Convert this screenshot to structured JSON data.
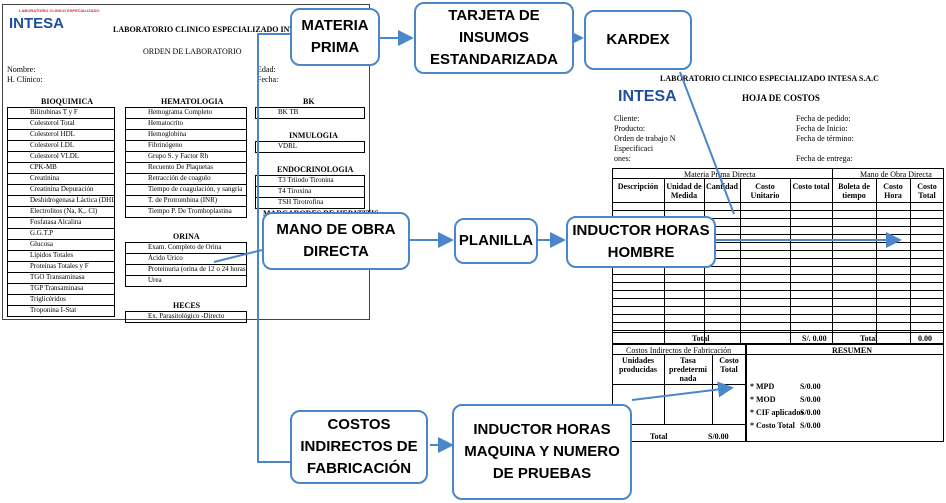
{
  "order": {
    "lab_name": "LABORATORIO CLINICO ESPECIALIZADO INTESA S.A.C",
    "title": "ORDEN DE LABORATORIO",
    "logo_text": "INTESA",
    "logo_small": "LABORATORIO CLINICO ESPECIALIZADO",
    "fields": {
      "nombre": "Nombre:",
      "clinico": "H. Clínico:",
      "edad": "Edad:",
      "fecha": "Fecha:"
    },
    "bioquimica": {
      "header": "BIOQUIMICA",
      "items": [
        "Bilirubinas T y F",
        "Colesterol Total",
        "Colesterol HDL",
        "Colesterol LDL",
        "Colesterol VLDL",
        "CPK-MB",
        "Creatinina",
        "Creatinina Depuración",
        "Deshidrogenasa Láctica (DHL)",
        "Electrolitos (Na, K,. Cl)",
        "Fosfatasa Alcalina",
        "G.G.T.P",
        "Glucosa",
        "Lípidos Totales",
        "Proteínas Totales y F",
        "TGO Transaminasa",
        "TGP Transaminasa",
        "Triglicéridos",
        "Troponina I-Stat"
      ]
    },
    "hematologia": {
      "header": "HEMATOLOGIA",
      "items": [
        "Hemograma Completo",
        "Hematocrito",
        "Hemoglobina",
        "Fibrinógeno",
        "Grupo S. y Factor Rh",
        "Recuento De Plaquetas",
        "Retracción de coagulo",
        "Tiempo de coagulación, y sangría",
        "T. de Protrombina (INR)",
        "Tiempo P. De Tromboplastina"
      ]
    },
    "orina": {
      "header": "ORINA",
      "items": [
        "Exam. Completo de Orina",
        "Ácido Úrico",
        "Proteinuria (orina de 12 o 24 horas)",
        "Urea"
      ]
    },
    "heces": {
      "header": "HECES",
      "items": [
        "Ex. Parasitológico -Directo"
      ]
    },
    "bk": {
      "header": "BK",
      "items": [
        "BK TB"
      ]
    },
    "inmulogia": {
      "header": "INMULOGIA",
      "items": [
        "VDRL"
      ]
    },
    "endocrinologia": {
      "header": "ENDOCRINOLOGIA",
      "items": [
        "T3 Triiodo Tironina",
        "T4 Tiroxina",
        "TSH Tirotrofina"
      ]
    },
    "hepatitis": {
      "header": "MARCADORES DE HEPATITIS"
    }
  },
  "costs": {
    "lab_name": "LABORATORIO CLINICO ESPECIALIZADO INTESA S.A.C",
    "logo_text": "INTESA",
    "title": "HOJA DE COSTOS",
    "left_fields": [
      "Cliente:",
      "Producto:",
      "Orden de trabajo N",
      "Especificaci",
      "ones:"
    ],
    "right_fields": [
      "Fecha de pedido:",
      "Fecha de Inicio:",
      "Fecha de término:",
      "",
      "Fecha de entrega:"
    ],
    "mpd_header": "Materia Prima Directa",
    "mod_header": "Mano de Obra Directa",
    "mpd_cols": [
      "Descripción",
      "Unidad de Medida",
      "Cantidad",
      "Costo Unitario",
      "Costo total"
    ],
    "mod_cols": [
      "Boleta de tiempo",
      "Costo Hora",
      "Costo Total"
    ],
    "total_label": "Total",
    "mpd_total": "S/. 0.00",
    "mod_total": "0.00",
    "cif_header": "Costos Indirectos de Fabricación",
    "cif_cols": [
      "Unidades producidas",
      "Tasa predetermi nada",
      "Costo Total"
    ],
    "resumen_header": "RESUMEN",
    "resumen": [
      {
        "label": "* MPD",
        "value": "S/0.00"
      },
      {
        "label": "* MOD",
        "value": "S/0.00"
      },
      {
        "label": "* CIF aplicados",
        "value": "S/0.00"
      },
      {
        "label": "* Costo Total",
        "value": "S/0.00"
      }
    ],
    "cif_total_label": "Total",
    "cif_total": "S/0.00"
  },
  "boxes": {
    "materia_prima": "MATERIA PRIMA",
    "tarjeta": "TARJETA DE INSUMOS ESTANDARIZADA",
    "kardex": "KARDEX",
    "mano_obra": "MANO DE OBRA DIRECTA",
    "planilla": "PLANILLA",
    "inductor_hh": "INDUCTOR HORAS HOMBRE",
    "cif": "COSTOS INDIRECTOS DE FABRICACIÓN",
    "inductor_hm": "INDUCTOR HORAS MAQUINA Y NUMERO DE PRUEBAS"
  },
  "colors": {
    "arrow": "#4a86c8",
    "box_border": "#4a86c8",
    "logo": "#1f4e9e",
    "logo_accent": "#d6282e"
  }
}
